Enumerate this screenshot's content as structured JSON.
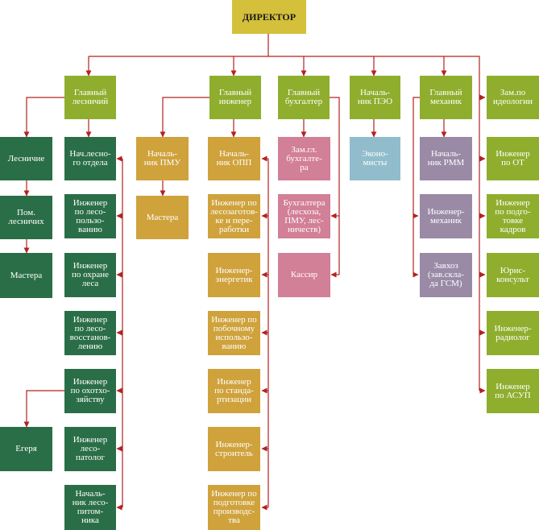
{
  "director": "ДИРЕКТОР",
  "col1": {
    "head": "Главный\nлесничий",
    "left": [
      "Лесничие",
      "Пом.\nлесничих",
      "Мастера"
    ],
    "right": [
      "Нач.лесно-\nго отдела",
      "Инженер\nпо лесо-\nпользо-\nванию",
      "Инженер\nпо охране\nлеса",
      "Инженер\nпо лесо-\nвосстанов-\nлению",
      "Инженер\nпо охотхо-\nзяйству",
      "Инженер\nлесо-\nпатолог",
      "Началь-\nник лесо-\nпитом-\nника"
    ],
    "huntsmen": "Егеря"
  },
  "col2": {
    "head": "Главный\nинженер",
    "pmu": "Началь-\nник ПМУ",
    "pmu_child": "Мастера",
    "opp": "Началь-\nник ОПП",
    "items": [
      "Инженер по\nлесозаготов-\nке и пере-\nработки",
      "Инженер-\nэнергетик",
      "Инженер по\nпобочному\nиспользо-\nванию",
      "Инженер\nпо станда-\nртизации",
      "Инженер-\nстроитель",
      "Инженер по\nподготовке\nпроизводс-\nтва"
    ]
  },
  "col3": {
    "head": "Главный\nбухгалтер",
    "items": [
      "Зам.гл.\nбухгалте-\nра",
      "Бухгалтера\n(лесхоза,\nПМУ, лес-\nничеств)",
      "Кассир"
    ]
  },
  "col4": {
    "head": "Началь-\nник ПЭО",
    "items": [
      "Эконо-\nмисты"
    ]
  },
  "col5": {
    "head": "Главный\nмеханик",
    "items": [
      "Началь-\nник РММ",
      "Инженер-\nмеханик",
      "Завхоз\n(зав.скла-\nда ГСМ)"
    ]
  },
  "col6": {
    "items": [
      "Зам.по\nидеологии",
      "Инженер\nпо ОТ",
      "Инженер\nпо подго-\nтовке\nкадров",
      "Юрис-\nконсульт",
      "Инженер-\nрадиолог",
      "Инженер\nпо АСУП"
    ]
  },
  "colors": {
    "director": "#d4c03a",
    "head": "#8fae2e",
    "forestry": "#2a6e47",
    "engineering": "#cfa23c",
    "accounting": "#d27f98",
    "economics": "#91bccb",
    "mechanics": "#9a8aa6",
    "connector": "#b22222"
  }
}
